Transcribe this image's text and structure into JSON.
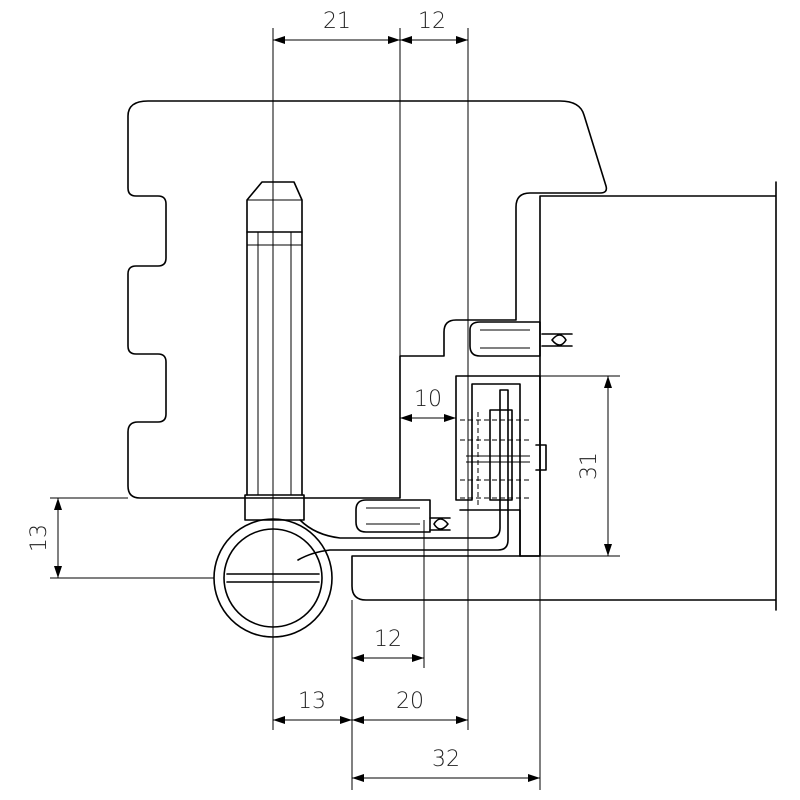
{
  "drawing": {
    "dimensions": {
      "top_left": "21",
      "top_right": "12",
      "left_vertical": "13",
      "inner_gap": "10",
      "right_vertical": "31",
      "lower_inner": "12",
      "bottom_left": "13",
      "bottom_mid": "20",
      "bottom_total": "32"
    }
  }
}
